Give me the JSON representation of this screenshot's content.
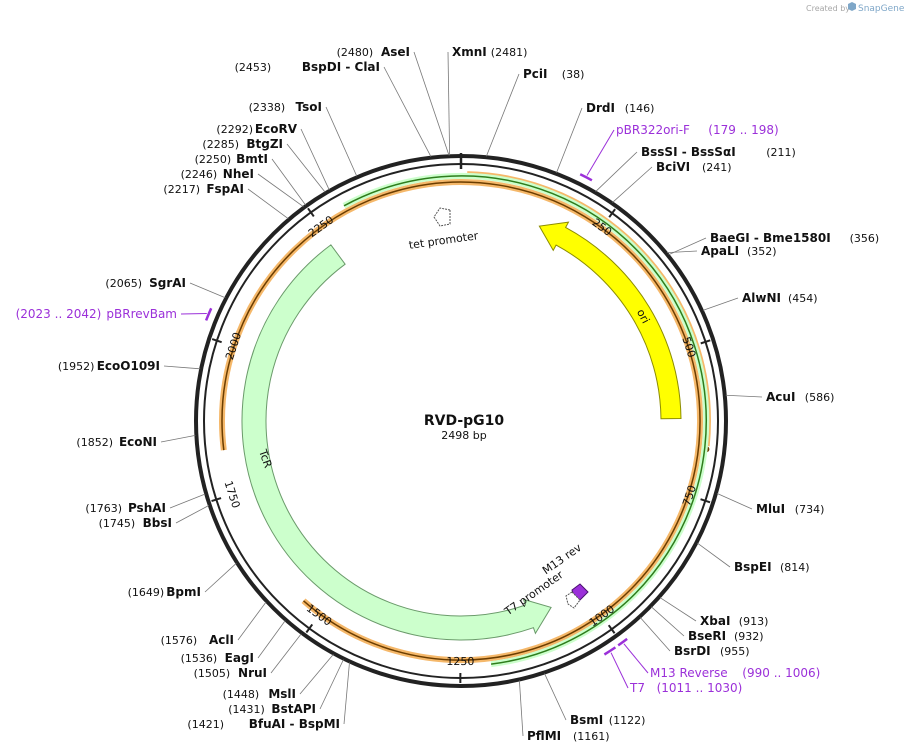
{
  "credit": {
    "prefix": "Created by",
    "brand": "SnapGene"
  },
  "plasmid": {
    "name": "RVD-pG10",
    "length_label": "2498 bp",
    "length": 2498
  },
  "colors": {
    "backbone": "#222222",
    "ori": "#ffff00",
    "ori_stroke": "#8c8c00",
    "tcr": "#ccffcc",
    "tcr_stroke": "#6a9a6a",
    "orf_orange": "#f5b86a",
    "orf_dark": "#6b3d00",
    "orf_green": "#2e7d1c",
    "primer": "#9b30d9",
    "promoter": "#ffffff"
  },
  "ticks": [
    {
      "pos": 250,
      "label": "250"
    },
    {
      "pos": 500,
      "label": "500"
    },
    {
      "pos": 750,
      "label": "750"
    },
    {
      "pos": 1000,
      "label": "1000"
    },
    {
      "pos": 1250,
      "label": "1250"
    },
    {
      "pos": 1500,
      "label": "1500"
    },
    {
      "pos": 1750,
      "label": "1750"
    },
    {
      "pos": 2000,
      "label": "2000"
    },
    {
      "pos": 2250,
      "label": "2250"
    }
  ],
  "sites_right": [
    {
      "name": "XmnI",
      "pos_text": "(2481)",
      "pos": 2481
    },
    {
      "name": "PciI",
      "pos_text": "(38)",
      "pos": 38
    },
    {
      "name": "DrdI",
      "pos_text": "(146)",
      "pos": 146
    },
    {
      "name": "BssSI  -  BssSαI",
      "pos_text": "(211)",
      "pos": 211
    },
    {
      "name": "BciVI",
      "pos_text": "(241)",
      "pos": 241
    },
    {
      "name": "ApaLI",
      "pos_text": "(352)",
      "pos": 352
    },
    {
      "name": "BaeGI  -  Bme1580I",
      "pos_text": "(356)",
      "pos": 356
    },
    {
      "name": "AlwNI",
      "pos_text": "(454)",
      "pos": 454
    },
    {
      "name": "AcuI",
      "pos_text": "(586)",
      "pos": 586
    },
    {
      "name": "MluI",
      "pos_text": "(734)",
      "pos": 734
    },
    {
      "name": "BspEI",
      "pos_text": "(814)",
      "pos": 814
    },
    {
      "name": "XbaI",
      "pos_text": "(913)",
      "pos": 913
    },
    {
      "name": "BseRI",
      "pos_text": "(932)",
      "pos": 932
    },
    {
      "name": "BsrDI",
      "pos_text": "(955)",
      "pos": 955
    },
    {
      "name": "BsmI",
      "pos_text": "(1122)",
      "pos": 1122
    },
    {
      "name": "PflMI",
      "pos_text": "(1161)",
      "pos": 1161
    }
  ],
  "sites_left": [
    {
      "name": "AseI",
      "pos_text": "(2480)",
      "pos": 2480
    },
    {
      "name": "BspDI  -  ClaI",
      "pos_text": "(2453)",
      "pos": 2453
    },
    {
      "name": "TsoI",
      "pos_text": "(2338)",
      "pos": 2338
    },
    {
      "name": "EcoRV",
      "pos_text": "(2292)",
      "pos": 2292
    },
    {
      "name": "BtgZI",
      "pos_text": "(2285)",
      "pos": 2285
    },
    {
      "name": "BmtI",
      "pos_text": "(2250)",
      "pos": 2250
    },
    {
      "name": "NheI",
      "pos_text": "(2246)",
      "pos": 2246
    },
    {
      "name": "FspAI",
      "pos_text": "(2217)",
      "pos": 2217
    },
    {
      "name": "SgrAI",
      "pos_text": "(2065)",
      "pos": 2065
    },
    {
      "name": "EcoO109I",
      "pos_text": "(1952)",
      "pos": 1952
    },
    {
      "name": "EcoNI",
      "pos_text": "(1852)",
      "pos": 1852
    },
    {
      "name": "PshAI",
      "pos_text": "(1763)",
      "pos": 1763
    },
    {
      "name": "BbsI",
      "pos_text": "(1745)",
      "pos": 1745
    },
    {
      "name": "BpmI",
      "pos_text": "(1649)",
      "pos": 1649
    },
    {
      "name": "AclI",
      "pos_text": "(1576)",
      "pos": 1576
    },
    {
      "name": "EagI",
      "pos_text": "(1536)",
      "pos": 1536
    },
    {
      "name": "NruI",
      "pos_text": "(1505)",
      "pos": 1505
    },
    {
      "name": "MslI",
      "pos_text": "(1448)",
      "pos": 1448
    },
    {
      "name": "BstAPI",
      "pos_text": "(1431)",
      "pos": 1431
    },
    {
      "name": "BfuAI  -  BspMI",
      "pos_text": "(1421)",
      "pos": 1421
    }
  ],
  "primers": [
    {
      "name": "pBR322ori-F",
      "range_text": "(179 .. 198)",
      "start": 179,
      "end": 198,
      "side": "right"
    },
    {
      "name": "M13 Reverse",
      "range_text": "(990 .. 1006)",
      "start": 990,
      "end": 1006,
      "side": "right"
    },
    {
      "name": "T7",
      "range_text": "(1011 .. 1030)",
      "start": 1011,
      "end": 1030,
      "side": "right"
    },
    {
      "name": "pBRrevBam",
      "range_text": "(2023 .. 2042)",
      "start": 2023,
      "end": 2042,
      "side": "left"
    }
  ],
  "features": {
    "ori": {
      "label": "ori",
      "start": 27,
      "end": 620
    },
    "tcr": {
      "label": "TcR",
      "start": 1080,
      "end": 2280
    },
    "tet_promoter": {
      "label": "tet promoter",
      "pos": 2460
    },
    "m13_rev": {
      "label": "M13 rev",
      "pos": 980
    },
    "t7_promoter": {
      "label": "T7 promoter",
      "pos": 1005
    }
  }
}
